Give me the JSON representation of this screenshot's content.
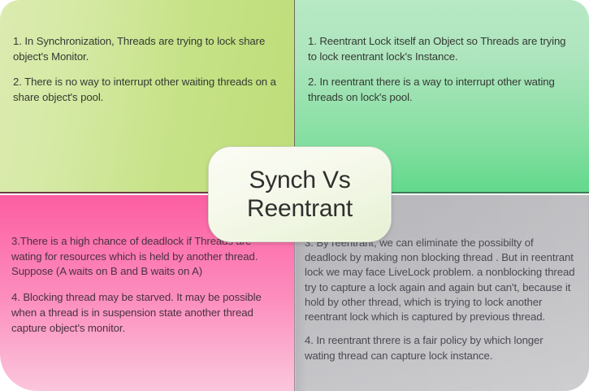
{
  "center": {
    "title_line1": "Synch Vs",
    "title_line2": "Reentrant"
  },
  "quadrants": {
    "top_left": {
      "name": "synchronization-advantages",
      "background_color": "#c6e287",
      "paragraphs": [
        "1. In Synchronization, Threads are trying to lock share object's Monitor.",
        "2. There is no way to interrupt other waiting threads on  a share object's pool."
      ]
    },
    "top_right": {
      "name": "reentrant-advantages",
      "background_color": "#86dfa2",
      "paragraphs": [
        "1. Reentrant Lock itself an Object so Threads are trying to lock reentrant lock's Instance.",
        "2. In reentrant  there is a way to interrupt other wating threads on lock's pool."
      ]
    },
    "bottom_left": {
      "name": "synchronization-drawbacks",
      "background_color": "#fc90bf",
      "paragraphs": [
        "3.There is a high chance of deadlock if Threads are wating for resources which is held by another thread. Suppose (A waits on B and B waits on A)",
        "4. Blocking thread may be starved. It may be possible when a thread is in suspension state another thread capture object's monitor."
      ]
    },
    "bottom_right": {
      "name": "reentrant-drawbacks",
      "background_color": "#c3c3c6",
      "paragraphs": [
        "3. By reentrant, we can eliminate the possibilty of deadlock by making non blocking thread . But  in reentrant lock we may face LiveLock problem. a nonblocking thread try to capture a lock again and again  but can't, because it hold by other thread, which is trying to lock another reentrant lock which is captured by previous thread.",
        "4. In reentrant threre is a fair policy by which longer wating thread can capture lock instance."
      ]
    }
  }
}
